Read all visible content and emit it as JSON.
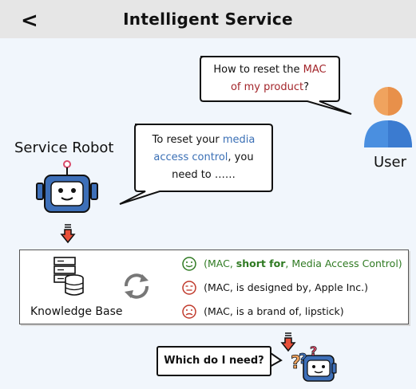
{
  "header": {
    "back_glyph": "<",
    "title": "Intelligent Service"
  },
  "user_bubble": {
    "line1_a": "How to reset the ",
    "line1_b": "MAC",
    "line2_a": "of my product",
    "line2_b": "?"
  },
  "user_label": "User",
  "robot_label": "Service Robot",
  "robot_bubble": {
    "line1_a": "To reset your ",
    "line1_b": "media",
    "line2_a": "access control",
    "line2_b": ", you",
    "line3": "need to ……"
  },
  "knowledge_base": {
    "label": "Knowledge Base",
    "triples": [
      {
        "icon": "smile-face-icon",
        "color": "#2f7a22",
        "parts": [
          "(MAC, ",
          "short for",
          ", Media Access Control)"
        ]
      },
      {
        "icon": "neutral-face-icon",
        "color": "#c0392b",
        "parts": [
          "(MAC, is designed by, Apple Inc.)"
        ]
      },
      {
        "icon": "sad-face-icon",
        "color": "#c0392b",
        "parts": [
          "(MAC, is a brand of, lipstick)"
        ]
      }
    ]
  },
  "question": "Which do I need?",
  "colors": {
    "header_bg": "#e6e6e6",
    "page_bg": "#f1f6fc",
    "robot_blue": "#3d6fb8",
    "user_orange": "#f0a35e",
    "arrow_red": "#e8503a",
    "accent_red": "#a3262b",
    "accent_blue": "#3a6fb5",
    "accent_green": "#2f7a22"
  }
}
